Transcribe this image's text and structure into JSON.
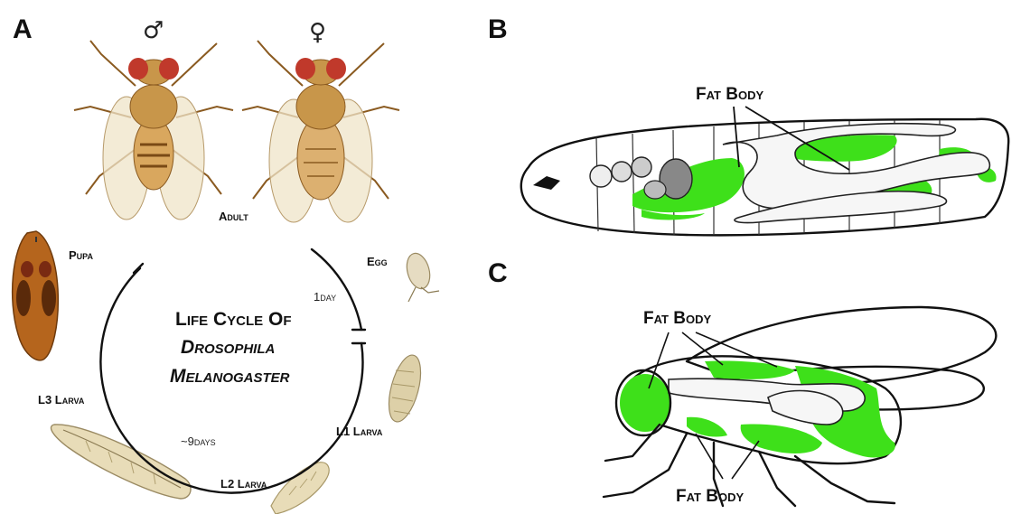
{
  "panels": {
    "a": {
      "letter": "A",
      "male_symbol": "♂",
      "female_symbol": "♀",
      "stages": {
        "adult": "Adult",
        "egg": "Egg",
        "pupa": "Pupa",
        "l1": "L1 Larva",
        "l2": "L2 Larva",
        "l3": "L3 Larva"
      },
      "durations": {
        "one_day": "1day",
        "nine_days": "~9days"
      },
      "title": {
        "line1": "Life Cycle Of",
        "line2": "Drosophila",
        "line3": "Melanogaster"
      }
    },
    "b": {
      "letter": "B",
      "label": "Fat Body"
    },
    "c": {
      "letter": "C",
      "label_top": "Fat Body",
      "label_bottom": "Fat Body"
    }
  },
  "colors": {
    "fat_body": "#3ee01a",
    "fly_body": "#c8964a",
    "fly_eye": "#c0392b",
    "pupa": "#b5651d",
    "larva": "#e8dcb8"
  }
}
